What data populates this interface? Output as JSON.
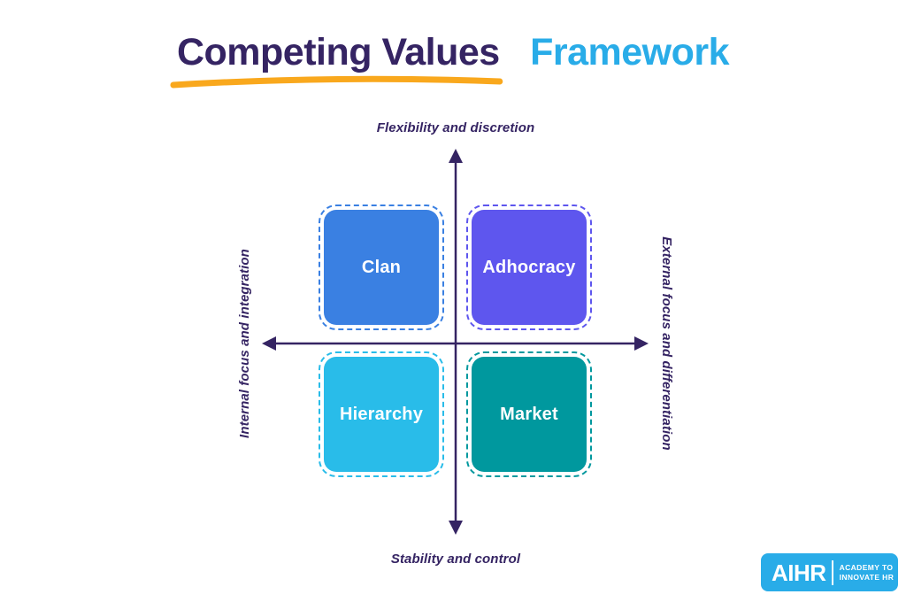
{
  "title": {
    "part1": "Competing Values",
    "part2": "Framework",
    "part1_color": "#352463",
    "part2_color": "#29ace8",
    "underline_color": "#f9a81d"
  },
  "axes": {
    "top_label": "Flexibility and discretion",
    "bottom_label": "Stability and control",
    "left_label": "Internal focus and integration",
    "right_label": "External focus and differentiation",
    "line_color": "#352463",
    "label_color": "#352463"
  },
  "quadrants": [
    {
      "position": "top-left",
      "label": "Clan",
      "color": "#3a80e2"
    },
    {
      "position": "top-right",
      "label": "Adhocracy",
      "color": "#5e56ee"
    },
    {
      "position": "bottom-left",
      "label": "Hierarchy",
      "color": "#29bce9"
    },
    {
      "position": "bottom-right",
      "label": "Market",
      "color": "#00989e"
    }
  ],
  "logo": {
    "brand": "AIHR",
    "tagline_line1": "ACADEMY TO",
    "tagline_line2": "INNOVATE HR",
    "background_color": "#29ace8",
    "text_color": "#ffffff"
  }
}
